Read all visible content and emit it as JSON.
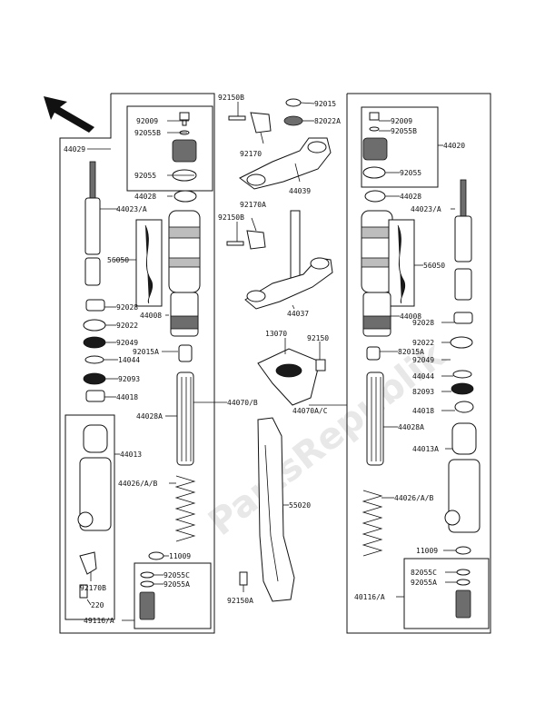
{
  "watermark": "PartsRepublik",
  "labels": {
    "l_92150b_top": "92150B",
    "l_92015": "92015",
    "l_92022a_top": "82022A",
    "l_92009_l": "92009",
    "l_92055b_l": "92055B",
    "l_44029": "44029",
    "l_92055_l": "92055",
    "l_92170": "92170",
    "l_44039": "44039",
    "l_44028_l": "44028",
    "l_92170a": "92170A",
    "l_44023a_l": "44023/A",
    "l_92150b_mid": "92150B",
    "l_56050_l": "56050",
    "l_92028_l": "92028",
    "l_92022_l": "92022",
    "l_44008_l": "44008",
    "l_44037": "44037",
    "l_92049_l": "92049",
    "l_92015a": "92015A",
    "l_13070": "13070",
    "l_92150": "92150",
    "l_14044_l": "14044",
    "l_92093_l": "92093",
    "l_44018_l": "44018",
    "l_44070b": "44070/B",
    "l_44070ac": "44070A/C",
    "l_44028a_l": "44028A",
    "l_44013_l": "44013",
    "l_44026ab_l": "44026/A/B",
    "l_55020": "55020",
    "l_11009_l": "11009",
    "l_92170b": "92170B",
    "l_92055c_l": "92055C",
    "l_92055a_l": "92055A",
    "l_220": "220",
    "l_49116a_l": "49116/A",
    "l_92150a": "92150A",
    "l_92009_r": "92009",
    "l_92055b_r": "92055B",
    "l_44020": "44020",
    "l_92055_r": "92055",
    "l_44028_r": "44028",
    "l_44023a_r": "44023/A",
    "l_56050_r": "56050",
    "l_44008_r": "44008",
    "l_92028_r": "92028",
    "l_92022_r": "92022",
    "l_82015a": "82015A",
    "l_92049_r": "92049",
    "l_44044_r": "44044",
    "l_82093_r": "82093",
    "l_44018_r": "44018",
    "l_44028a_r": "44028A",
    "l_44013a_r": "44013A",
    "l_44026ab_r": "44026/A/B",
    "l_11009_r": "11009",
    "l_92055c_r": "82055C",
    "l_92055a_r": "92055A",
    "l_40116a_r": "40116/A"
  }
}
